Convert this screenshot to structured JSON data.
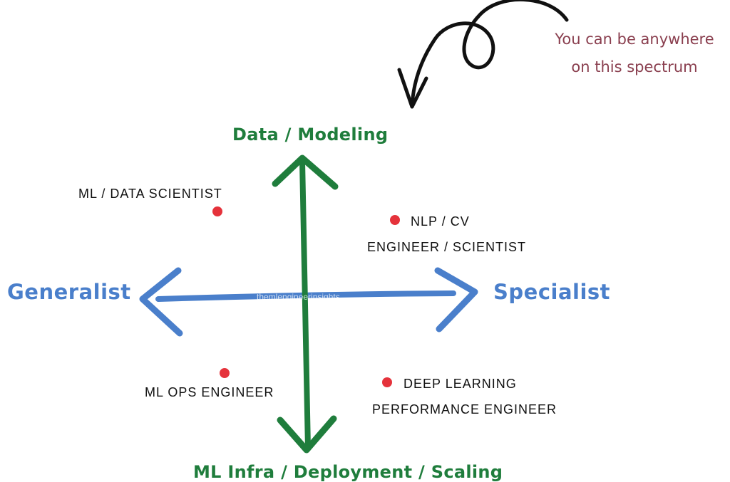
{
  "annotation": {
    "line1": "You can be anywhere",
    "line2": "on this spectrum"
  },
  "axes": {
    "top": "Data / Modeling",
    "bottom": "ML Infra / Deployment / Scaling",
    "left": "Generalist",
    "right": "Specialist"
  },
  "roles": {
    "ml_data_scientist": "ML / DATA SCIENTIST",
    "nlp_cv_line1": "NLP / CV",
    "nlp_cv_line2": "ENGINEER / SCIENTIST",
    "ml_ops": "ML OPS ENGINEER",
    "dl_perf_line1": "DEEP LEARNING",
    "dl_perf_line2": "PERFORMANCE ENGINEER"
  },
  "watermark": "themlengineerinsights",
  "colors": {
    "vertical_axis": "#1f7d3c",
    "horizontal_axis": "#4a7fcb",
    "annotation": "#8a3f4f",
    "role_dot": "#e5323b",
    "curl_arrow": "#111111"
  }
}
